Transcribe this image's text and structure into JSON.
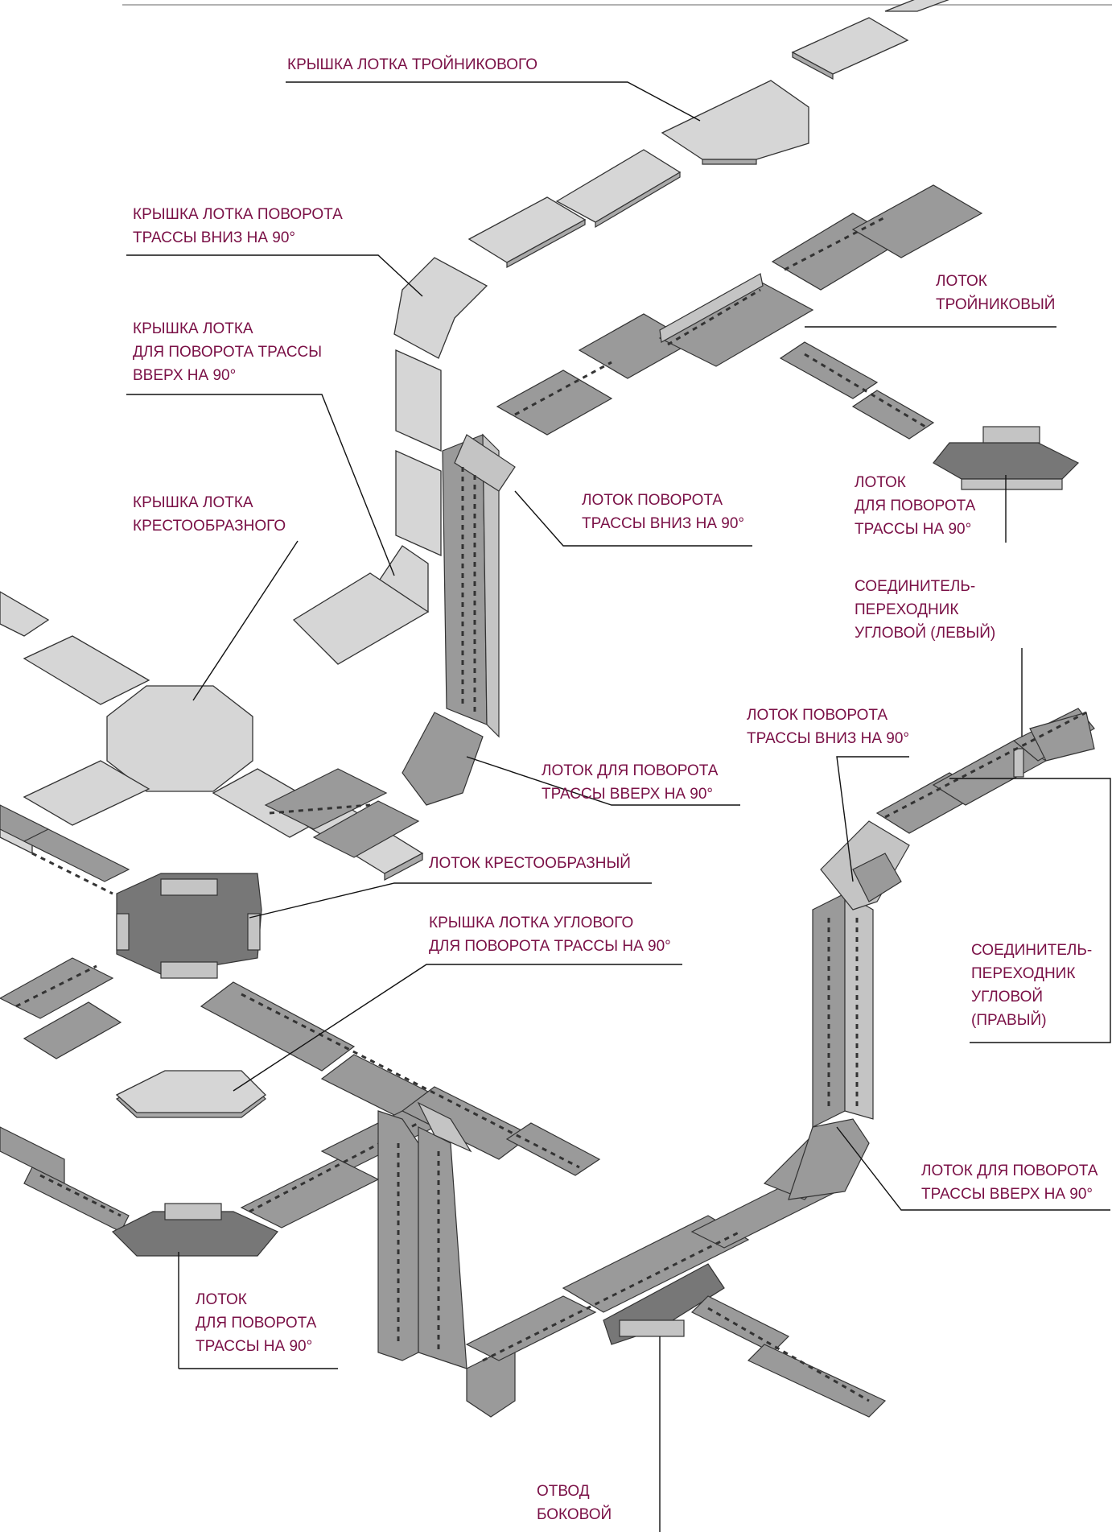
{
  "labels": {
    "tee_cover": [
      "КРЫШКА ЛОТКА ТРОЙНИКОВОГО"
    ],
    "cover_turn_down": [
      "КРЫШКА ЛОТКА ПОВОРОТА",
      "ТРАССЫ ВНИЗ НА 90°"
    ],
    "cover_turn_up": [
      "КРЫШКА ЛОТКА",
      "ДЛЯ ПОВОРОТА ТРАССЫ",
      "ВВЕРХ НА 90°"
    ],
    "cross_cover": [
      "КРЫШКА ЛОТКА",
      "КРЕСТООБРАЗНОГО"
    ],
    "tee_tray": [
      "ЛОТОК",
      "ТРОЙНИКОВЫЙ"
    ],
    "turn_down_tray_1": [
      "ЛОТОК ПОВОРОТА",
      "ТРАССЫ ВНИЗ НА 90°"
    ],
    "turn_tray_right": [
      "ЛОТОК",
      "ДЛЯ ПОВОРОТА",
      "ТРАССЫ НА 90°"
    ],
    "adapter_left": [
      "СОЕДИНИТЕЛЬ-",
      "ПЕРЕХОДНИК",
      "УГЛОВОЙ (ЛЕВЫЙ)"
    ],
    "turn_up_tray_1": [
      "ЛОТОК ДЛЯ ПОВОРОТА",
      "ТРАССЫ ВВЕРХ НА 90°"
    ],
    "turn_down_tray_2": [
      "ЛОТОК ПОВОРОТА",
      "ТРАССЫ ВНИЗ НА 90°"
    ],
    "cross_tray": [
      "ЛОТОК КРЕСТООБРАЗНЫЙ"
    ],
    "corner_cover": [
      "КРЫШКА ЛОТКА УГЛОВОГО",
      "ДЛЯ ПОВОРОТА ТРАССЫ НА 90°"
    ],
    "adapter_right": [
      "СОЕДИНИТЕЛЬ-",
      "ПЕРЕХОДНИК",
      "УГЛОВОЙ",
      "(ПРАВЫЙ)"
    ],
    "turn_up_tray_2": [
      "ЛОТОК ДЛЯ ПОВОРОТА",
      "ТРАССЫ ВВЕРХ НА 90°"
    ],
    "turn_tray_left": [
      "ЛОТОК",
      "ДЛЯ ПОВОРОТА",
      "ТРАССЫ НА 90°"
    ],
    "side_branch": [
      "ОТВОД",
      "БОКОВОЙ"
    ]
  },
  "colors": {
    "label_text": "#7a1046",
    "tray_metal": "#9a9a9a",
    "cover_metal": "#d6d6d6",
    "outline": "#333333"
  }
}
